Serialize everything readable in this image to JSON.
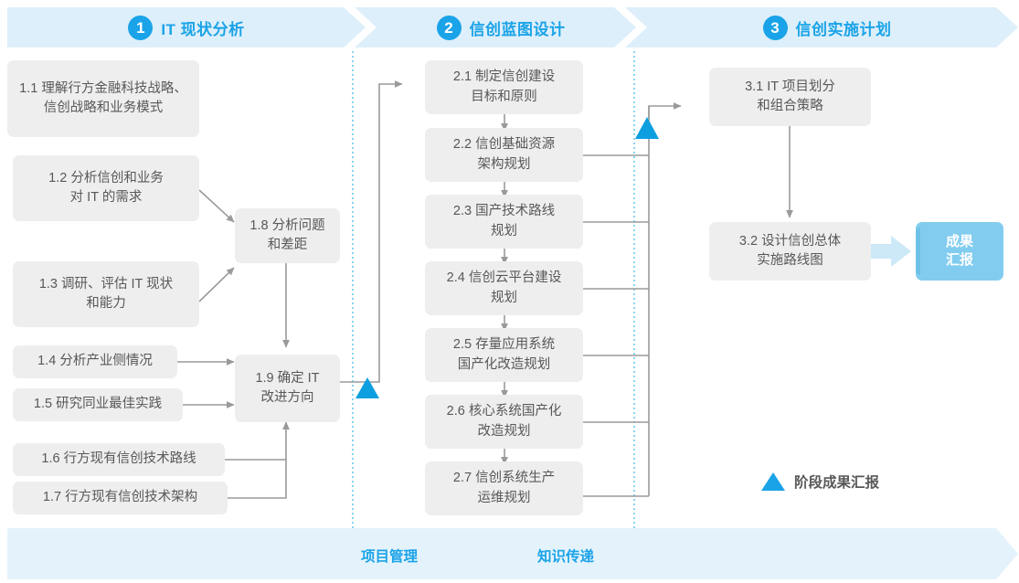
{
  "phases": [
    {
      "number": "1",
      "title": "IT 现状分析"
    },
    {
      "number": "2",
      "title": "信创蓝图设计"
    },
    {
      "number": "3",
      "title": "信创实施计划"
    }
  ],
  "nodes": {
    "n11": "1.1 理解行方金融科技战略、\n信创战略和业务模式",
    "n12": "1.2 分析信创和业务\n对 IT 的需求",
    "n13": "1.3 调研、评估 IT 现状\n和能力",
    "n14": "1.4 分析产业侧情况",
    "n15": "1.5 研究同业最佳实践",
    "n16": "1.6 行方现有信创技术路线",
    "n17": "1.7 行方现有信创技术架构",
    "n18": "1.8 分析问题\n和差距",
    "n19": "1.9 确定 IT\n改进方向",
    "n21": "2.1 制定信创建设\n目标和原则",
    "n22": "2.2 信创基础资源\n架构规划",
    "n23": "2.3 国产技术路线\n规划",
    "n24": "2.4 信创云平台建设\n规划",
    "n25": "2.5 存量应用系统\n国产化改造规划",
    "n26": "2.6 核心系统国产化\n改造规划",
    "n27": "2.7 信创系统生产\n运维规划",
    "n31": "3.1 IT 项目划分\n和组合策略",
    "n32": "3.2 设计信创总体\n实施路线图"
  },
  "result_badge": "成果\n汇报",
  "legend": {
    "label": "阶段成果汇报",
    "marker": "milestone-triangle"
  },
  "bottom_bar": {
    "labels": [
      "项目管理",
      "知识传递"
    ]
  },
  "colors": {
    "accent": "#1aa3e8",
    "band": "#ddeffa",
    "bottom_band": "#e4f3fb",
    "node_fill": "#eeeeee",
    "node_text": "#58585a",
    "connector": "#9a9a9a",
    "badge": "#82cdef",
    "badge_arrow": "#cde9f8",
    "divider": "#5fc3ea"
  }
}
